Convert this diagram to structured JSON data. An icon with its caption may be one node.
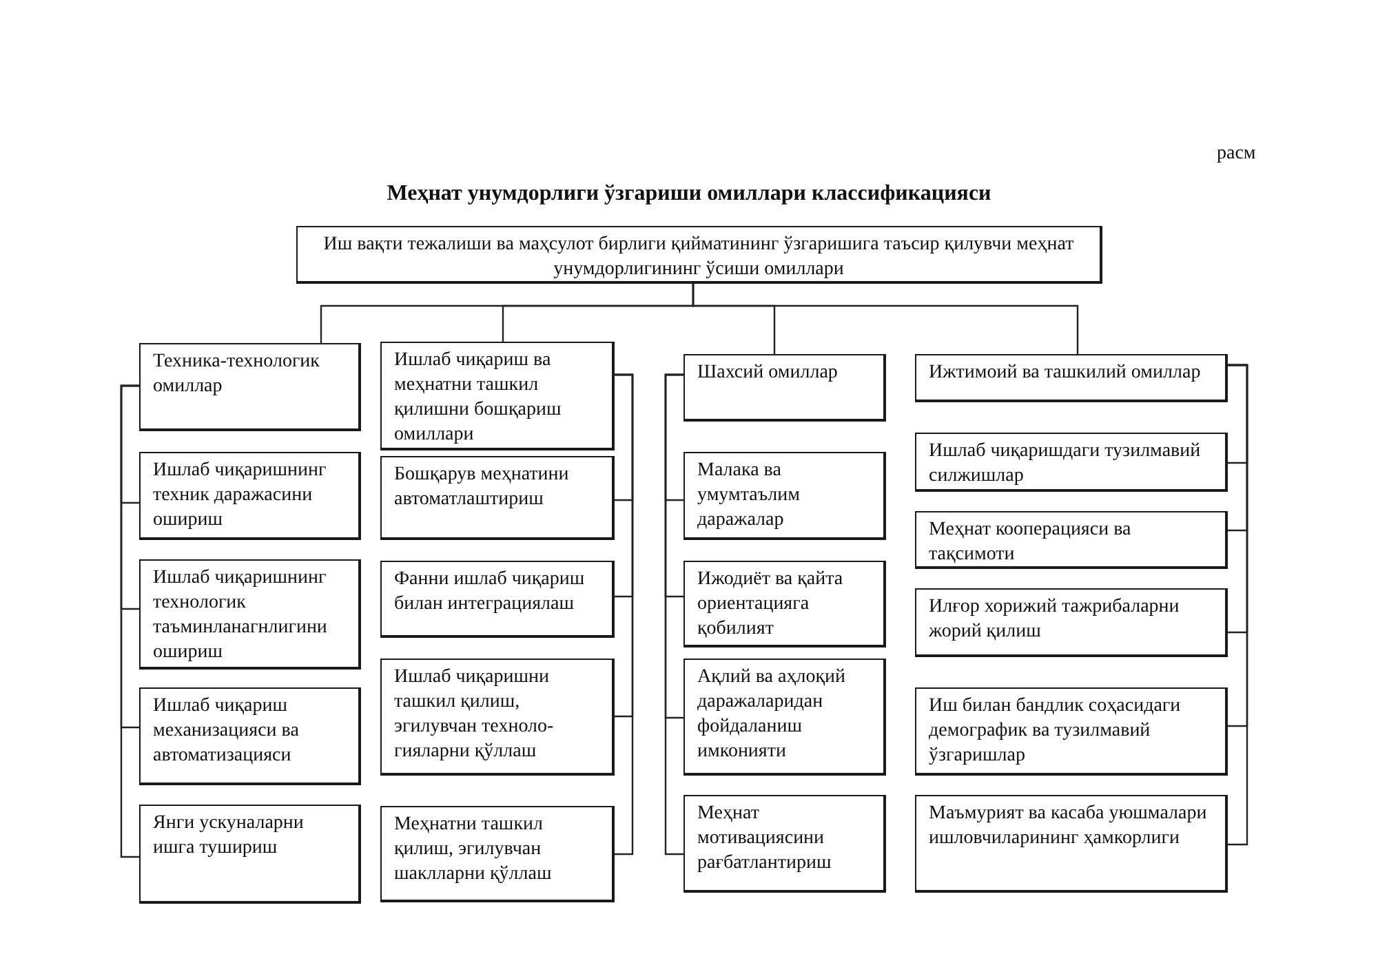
{
  "diagram": {
    "title": "Меҳнат унумдорлиги ўзгариши омиллари классификацияси",
    "nodes": [
      {
        "text": [
          "Иш вақти тежалиши ва маҳсулот бирлиги қийматининг ўзгаришига таъсир қилувчи меҳнат унумдорлигининг ўсиши омиллари"
        ]
      },
      {
        "text": [
          "Техника-технологик омиллар"
        ]
      },
      {
        "text": [
          "Ишлаб чиқаришнинг техник даражасини ошириш"
        ]
      },
      {
        "text": [
          "Ишлаб чиқаришнинг технологик таъминланагнлигини ошириш"
        ]
      },
      {
        "text": [
          "Ишлаб чиқариш механизацияси ва автоматизацияси"
        ]
      },
      {
        "text": [
          "Янги ускуналарни ишга тушириш"
        ]
      },
      {
        "text": [
          "Ишлаб чиқариш ва меҳнатни ташкил қилишни бошқариш омиллари"
        ]
      },
      {
        "text": [
          "Бошқарув меҳнатини автоматлаштириш"
        ]
      },
      {
        "text": [
          "Фанни ишлаб чиқариш билан интеграциялаш"
        ]
      },
      {
        "text": [
          "Ишлаб чиқаришни ташкил қилиш, эгилувчан техноло-гияларни қўллаш"
        ]
      },
      {
        "text": [
          "Меҳнатни ташкил қилиш, эгилувчан шаклларни қўллаш"
        ]
      },
      {
        "text": [
          "Шахсий омиллар"
        ]
      },
      {
        "text": [
          "Малака ва умумтаълим даражалар"
        ]
      },
      {
        "text": [
          "Ижодиёт ва қайта ориентацияга қобилият"
        ]
      },
      {
        "text": [
          "Ақлий ва аҳлоқий даражаларидан фойдаланиш имконияти"
        ]
      },
      {
        "text": [
          "Меҳнат мотивациясини рағбатлантириш"
        ]
      },
      {
        "text": [
          "Ижтимоий ва ташкилий омиллар"
        ]
      },
      {
        "text": [
          "Ишлаб чиқаришдаги тузилмавий силжишлар"
        ]
      },
      {
        "text": [
          "Меҳнат кооперацияси ва тақсимоти"
        ]
      },
      {
        "text": [
          "Илғор хорижий тажрибаларни жорий қилиш"
        ]
      },
      {
        "text": [
          "Иш билан бандлик соҳасидаги демографик ва тузилмавий ўзгаришлар"
        ]
      },
      {
        "text": [
          "Маъмурият ва касаба уюшмалари ишловчиларининг ҳамкорлиги"
        ]
      }
    ],
    "edges": [
      {
        "from": 0,
        "to": 1,
        "arrow": "none"
      },
      {
        "from": 0,
        "to": 6,
        "arrow": "none"
      },
      {
        "from": 0,
        "to": 11,
        "arrow": "none"
      },
      {
        "from": 0,
        "to": 16,
        "arrow": "none"
      },
      {
        "from": 1,
        "to": 2,
        "arrow": "none"
      },
      {
        "from": 1,
        "to": 3,
        "arrow": "none"
      },
      {
        "from": 1,
        "to": 4,
        "arrow": "none"
      },
      {
        "from": 1,
        "to": 5,
        "arrow": "none"
      },
      {
        "from": 6,
        "to": 7,
        "arrow": "none"
      },
      {
        "from": 6,
        "to": 8,
        "arrow": "none"
      },
      {
        "from": 6,
        "to": 9,
        "arrow": "none"
      },
      {
        "from": 6,
        "to": 10,
        "arrow": "none"
      },
      {
        "from": 11,
        "to": 12,
        "arrow": "none"
      },
      {
        "from": 11,
        "to": 13,
        "arrow": "none"
      },
      {
        "from": 11,
        "to": 14,
        "arrow": "none"
      },
      {
        "from": 11,
        "to": 15,
        "arrow": "none"
      },
      {
        "from": 16,
        "to": 17,
        "arrow": "none"
      },
      {
        "from": 16,
        "to": 18,
        "arrow": "none"
      },
      {
        "from": 16,
        "to": 19,
        "arrow": "none"
      },
      {
        "from": 16,
        "to": 20,
        "arrow": "none"
      },
      {
        "from": 16,
        "to": 21,
        "arrow": "none"
      }
    ],
    "labels": [
      "расм"
    ]
  }
}
